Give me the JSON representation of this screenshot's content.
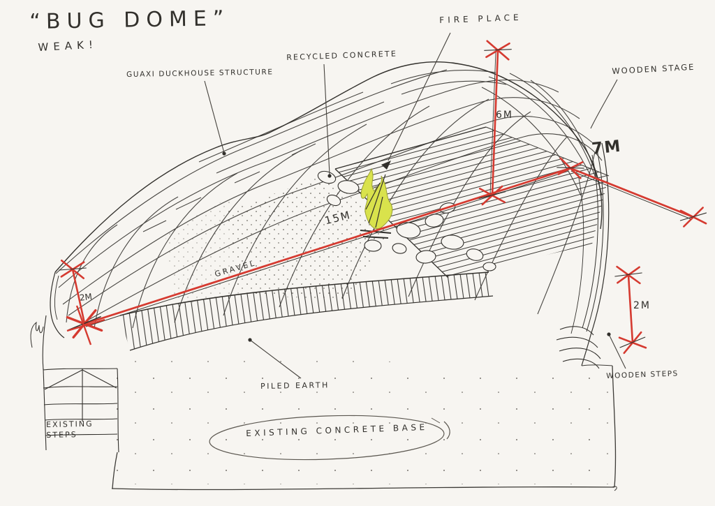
{
  "document": {
    "title": "“BUG DOME”",
    "author_note": "WEAK!"
  },
  "labels": {
    "structure": "GUAXI DUCKHOUSE STRUCTURE",
    "recycled_concrete": "RECYCLED CONCRETE",
    "fire_place": "FIRE PLACE",
    "wooden_stage": "WOODEN STAGE",
    "gravel": "GRAVEL",
    "piled_earth": "PILED EARTH",
    "wooden_steps": "WOODEN STEPS",
    "existing_steps_line1": "EXISTING",
    "existing_steps_line2": "STEPS",
    "existing_concrete_base": "EXISTING CONCRETE BASE"
  },
  "dimensions": {
    "left_height": "2M",
    "span_length": "15M",
    "dome_height": "6M",
    "stage_depth": "7M",
    "right_height": "2M"
  },
  "colors": {
    "ink": "#32302c",
    "red_marker": "#d53a30",
    "fire_highlight": "#d9e24c",
    "paper": "#f7f5f1"
  }
}
